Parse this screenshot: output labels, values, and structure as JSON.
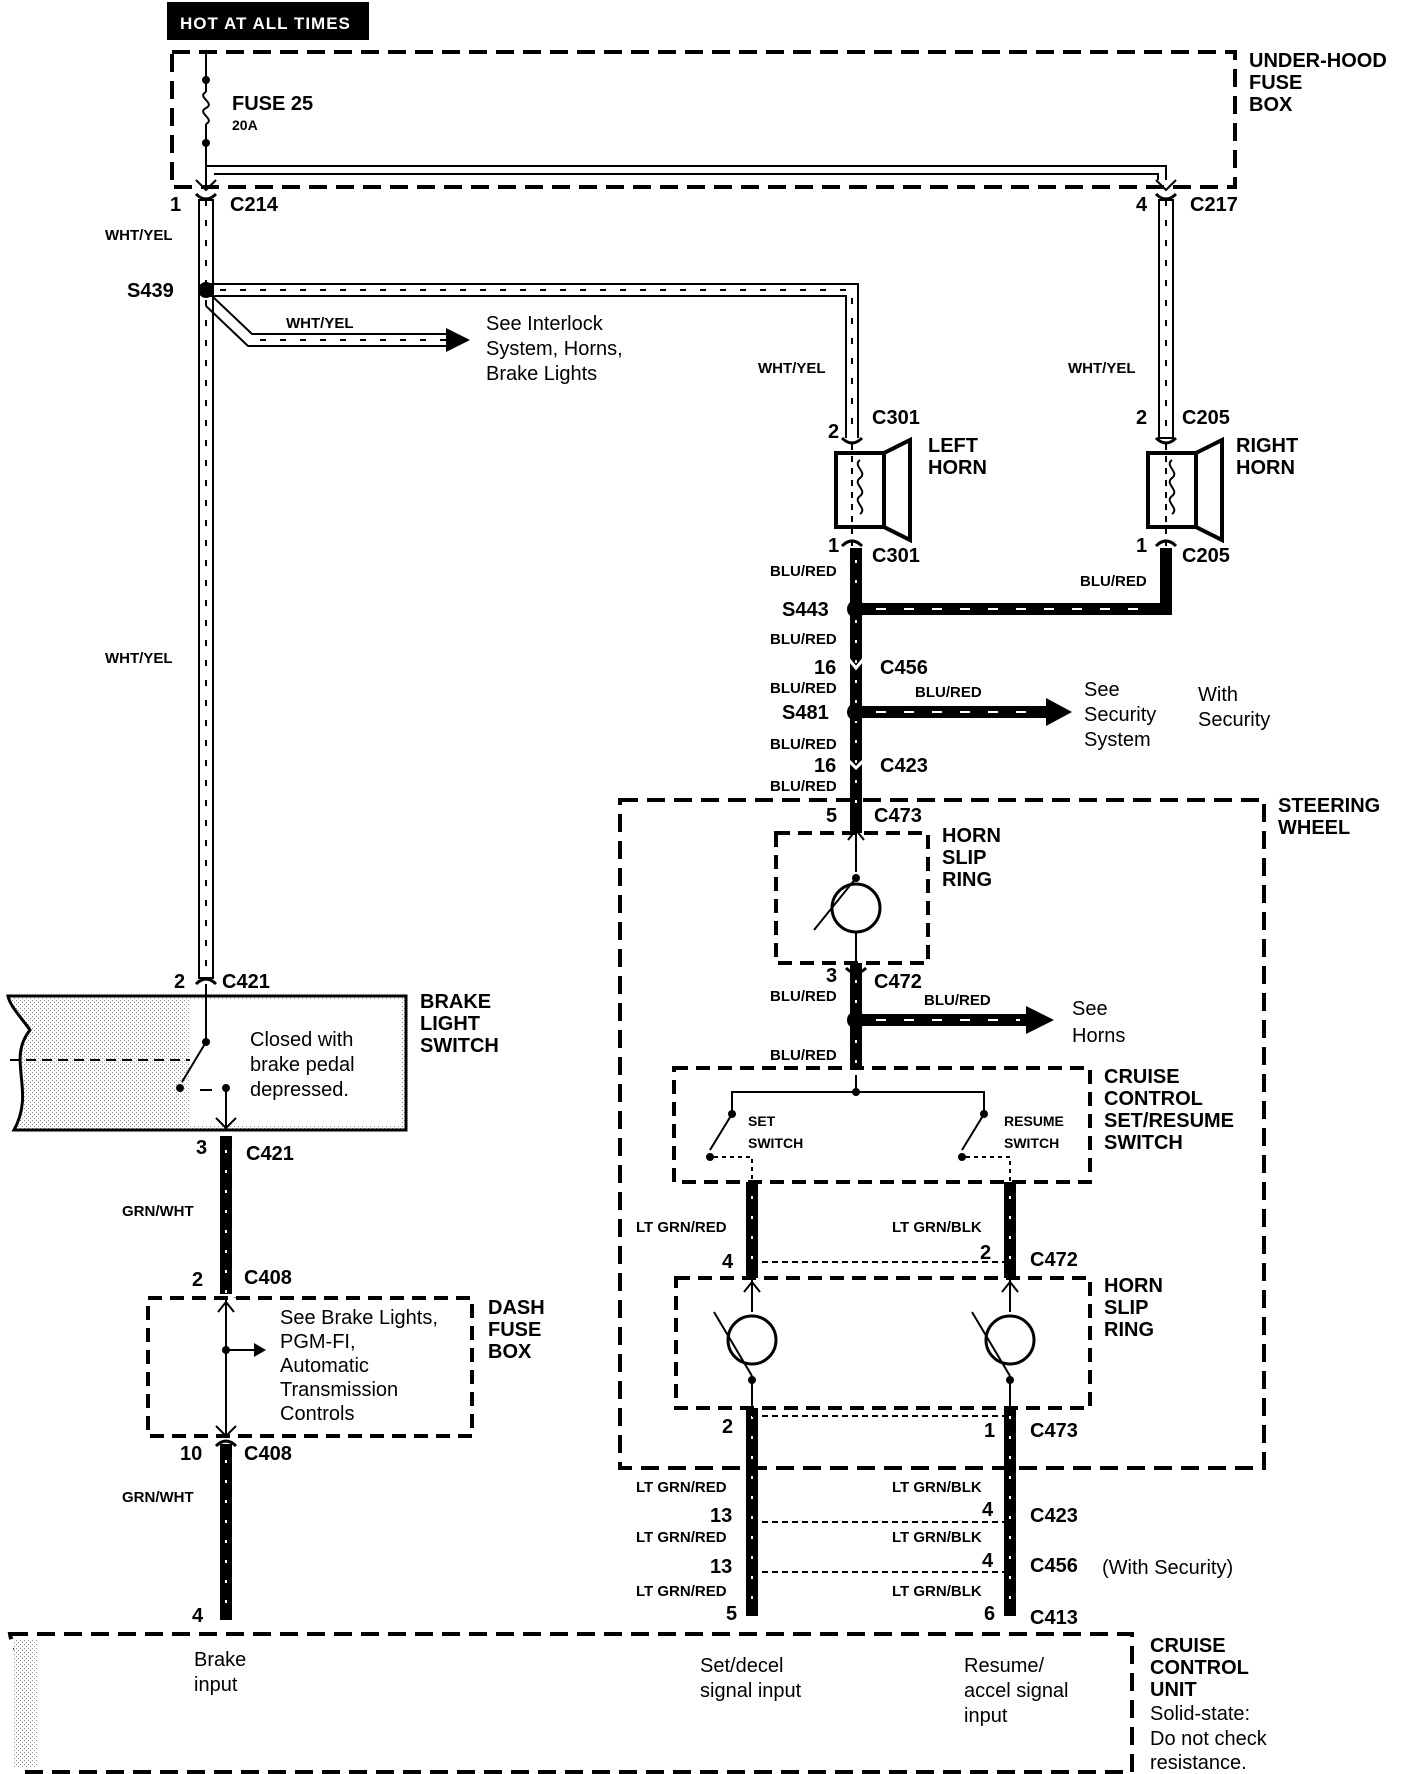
{
  "header": {
    "hot_at_all_times": "HOT AT ALL TIMES"
  },
  "boxes": {
    "under_hood": [
      "UNDER-HOOD",
      "FUSE",
      "BOX"
    ],
    "steering": [
      "STEERING",
      "WHEEL"
    ],
    "dash": [
      "DASH",
      "FUSE",
      "BOX"
    ],
    "cruise_unit": [
      "CRUISE",
      "CONTROL",
      "UNIT"
    ],
    "cruise_unit_note": [
      "Solid-state:",
      "Do not check",
      "resistance."
    ]
  },
  "fuse": {
    "name": "FUSE  25",
    "rating": "20A"
  },
  "components": {
    "left_horn": [
      "LEFT",
      "HORN"
    ],
    "right_horn": [
      "RIGHT",
      "HORN"
    ],
    "horn_slip_ring_1": [
      "HORN",
      "SLIP",
      "RING"
    ],
    "horn_slip_ring_2": [
      "HORN",
      "SLIP",
      "RING"
    ],
    "cruise_switch": [
      "CRUISE",
      "CONTROL",
      "SET/RESUME",
      "SWITCH"
    ],
    "set_switch": [
      "SET",
      "SWITCH"
    ],
    "resume_switch": [
      "RESUME",
      "SWITCH"
    ],
    "brake_switch": [
      "BRAKE",
      "LIGHT",
      "SWITCH"
    ],
    "brake_note": [
      "Closed with",
      "brake pedal",
      "depressed."
    ]
  },
  "connectors": {
    "c214": "C214",
    "c217": "C217",
    "c301_top": "C301",
    "c301_bot": "C301",
    "c205_top": "C205",
    "c205_bot": "C205",
    "c456_a": "C456",
    "c423_a": "C423",
    "c473_top": "C473",
    "c472_top": "C472",
    "c472_bot": "C472",
    "c473_bot": "C473",
    "c423_b": "C423",
    "c456_b": "C456",
    "c413": "C413",
    "c421_top": "C421",
    "c421_bot": "C421",
    "c408_top": "C408",
    "c408_bot": "C408",
    "with_security_paren": "(With Security)"
  },
  "splices": {
    "s439": "S439",
    "s443": "S443",
    "s481": "S481"
  },
  "pins": {
    "p214": "1",
    "p217": "4",
    "p301_top": "2",
    "p301_bot": "1",
    "p205_top": "2",
    "p205_bot": "1",
    "p456": "16",
    "p423": "16",
    "p473_top": "5",
    "p472_top": "3",
    "p472_l": "4",
    "p472_r": "2",
    "p473_l": "2",
    "p473_r": "1",
    "p423_l": "13",
    "p423_r": "4",
    "p456_l": "13",
    "p456_r": "4",
    "p413_l": "5",
    "p413_r": "6",
    "p421_top": "2",
    "p421_bot": "3",
    "p408_top": "2",
    "p408_bot": "10",
    "p_brake": "4"
  },
  "wires": {
    "w1": "WHT/YEL",
    "w2": "WHT/YEL",
    "w3": "WHT/YEL",
    "w4": "WHT/YEL",
    "w5": "WHT/YEL",
    "b1": "BLU/RED",
    "b2": "BLU/RED",
    "b3": "BLU/RED",
    "b4": "BLU/RED",
    "b5": "BLU/RED",
    "b6": "BLU/RED",
    "b7": "BLU/RED",
    "b8": "BLU/RED",
    "b9": "BLU/RED",
    "b10": "BLU/RED",
    "g1": "GRN/WHT",
    "g2": "GRN/WHT",
    "lgr1": "LT GRN/RED",
    "lgr2": "LT GRN/RED",
    "lgr3": "LT GRN/RED",
    "lgr4": "LT GRN/RED",
    "lgb1": "LT GRN/BLK",
    "lgb2": "LT GRN/BLK",
    "lgb3": "LT GRN/BLK",
    "lgb4": "LT GRN/BLK"
  },
  "notes": {
    "interlock": [
      "See Interlock",
      "System, Horns,",
      "Brake Lights"
    ],
    "security": [
      "See",
      "Security",
      "System"
    ],
    "with_security": [
      "With",
      "Security"
    ],
    "horns": [
      "See",
      "Horns"
    ],
    "dash_note": [
      "See Brake Lights,",
      "PGM-FI,",
      "Automatic",
      "Transmission",
      "Controls"
    ]
  },
  "cruise_inputs": {
    "brake": [
      "Brake",
      "input"
    ],
    "set": [
      "Set/decel",
      "signal input"
    ],
    "resume": [
      "Resume/",
      "accel signal",
      "input"
    ]
  }
}
